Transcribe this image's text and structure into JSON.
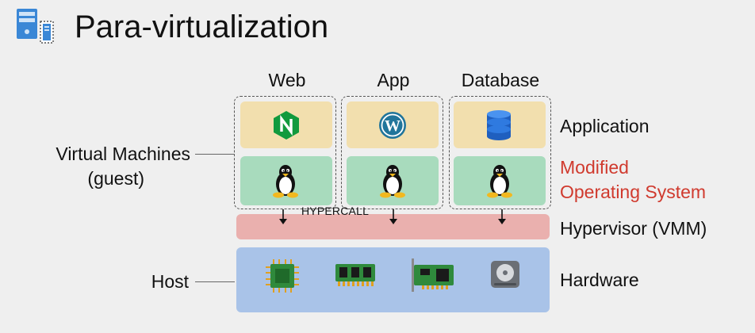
{
  "title": "Para-virtualization",
  "icons": {
    "logo": "server-icon",
    "apps": [
      "nginx-icon",
      "wordpress-icon",
      "database-icon"
    ],
    "os": "linux-penguin-icon",
    "hardware": [
      "cpu-icon",
      "ram-icon",
      "network-card-icon",
      "hard-disk-icon"
    ]
  },
  "columns": [
    {
      "label": "Web"
    },
    {
      "label": "App"
    },
    {
      "label": "Database"
    }
  ],
  "left_labels": {
    "vm_line1": "Virtual Machines",
    "vm_line2": "(guest)",
    "host": "Host"
  },
  "right_labels": {
    "application": "Application",
    "os_line1": "Modified",
    "os_line2": "Operating System",
    "hypervisor": "Hypervisor (VMM)",
    "hardware": "Hardware"
  },
  "hypercall": "HYPERCALL",
  "colors": {
    "application_layer": "#f2dfae",
    "os_layer": "#a8dbbd",
    "hypervisor_layer": "#eab0ae",
    "hardware_layer": "#a9c3e8",
    "modified_os_text": "#d03a2e"
  }
}
